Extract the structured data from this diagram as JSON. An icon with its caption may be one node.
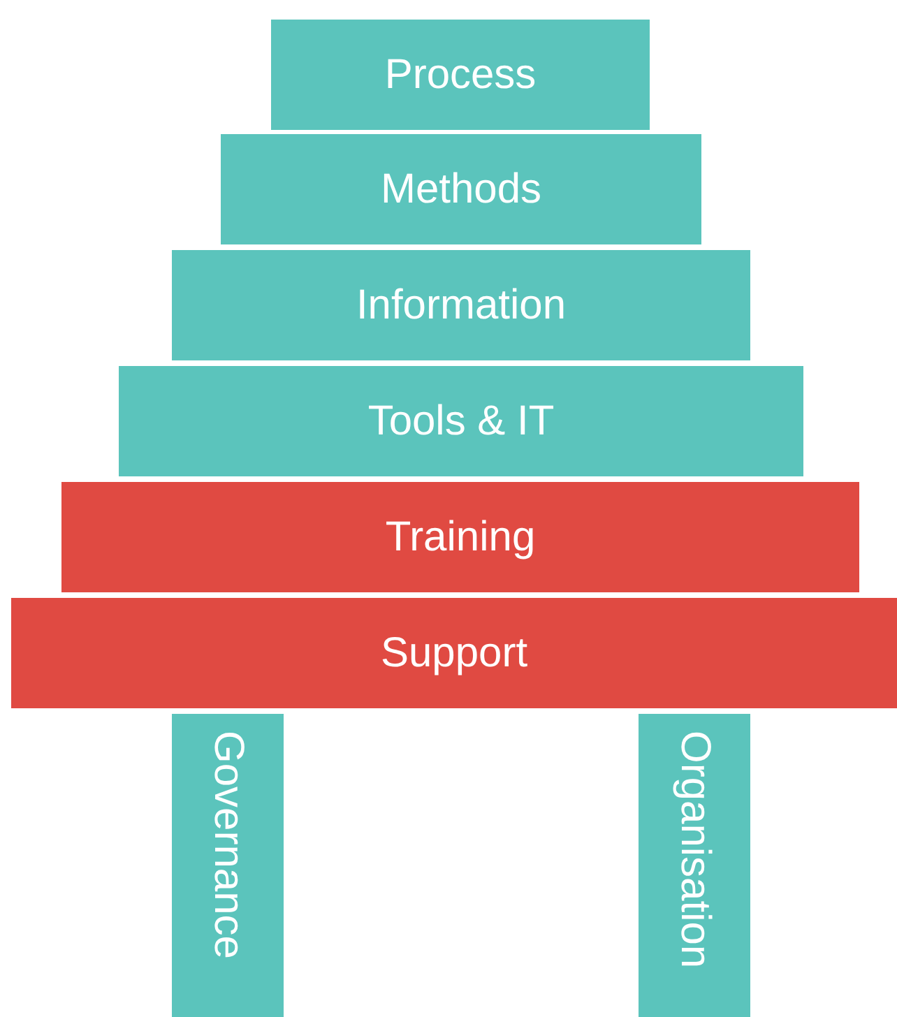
{
  "diagram": {
    "nodes": [
      {
        "text": [
          "Process"
        ]
      },
      {
        "text": [
          "Methods"
        ]
      },
      {
        "text": [
          "Information"
        ]
      },
      {
        "text": [
          "Tools & IT"
        ]
      },
      {
        "text": [
          "Training"
        ]
      },
      {
        "text": [
          "Support"
        ]
      },
      {
        "text": [
          "Governance"
        ]
      },
      {
        "text": [
          "Organisation"
        ]
      }
    ]
  }
}
